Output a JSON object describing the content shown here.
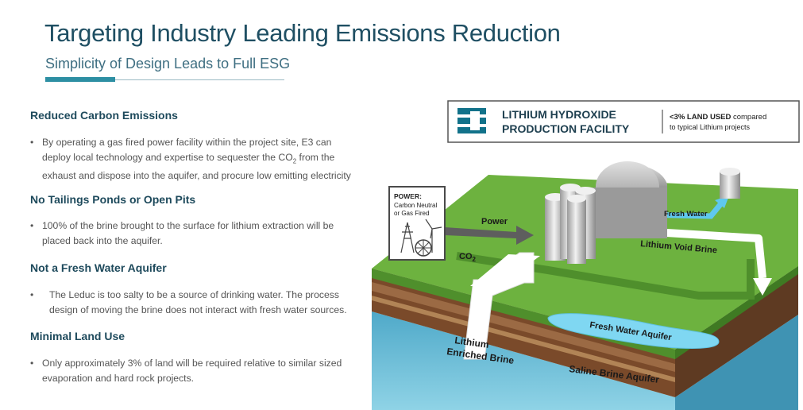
{
  "title": "Targeting Industry Leading Emissions Reduction",
  "subtitle": "Simplicity of Design Leads to Full ESG",
  "sections": [
    {
      "heading": "Reduced Carbon Emissions",
      "bullet_lines": [
        "By operating a gas fired power facility within the project site, E3 can",
        "deploy local technology and expertise to sequester the CO",
        "exhaust and dispose into the aquifer, and procure low emitting electricity"
      ],
      "subscript": "2",
      "line2_tail": " from the"
    },
    {
      "heading": "No Tailings Ponds or Open Pits",
      "bullet_lines": [
        "100% of the brine brought to the surface for lithium extraction will be",
        "placed back into the aquifer."
      ]
    },
    {
      "heading": "Not a Fresh Water Aquifer",
      "bullet_lines": [
        "The Leduc is too salty to be a source of drinking water. The process",
        "design of moving the brine does not interact with fresh water sources."
      ]
    },
    {
      "heading": "Minimal Land Use",
      "bullet_lines": [
        "Only approximately 3% of land will be required relative to similar sized",
        "evaporation and hard rock projects."
      ]
    }
  ],
  "bullet_symbol": "•",
  "diagram": {
    "facility_title_line1": "LITHIUM HYDROXIDE",
    "facility_title_line2": "PRODUCTION FACILITY",
    "land_bold": "<3% LAND USED",
    "land_rest": " compared",
    "land_line2": "to typical Lithium projects",
    "power_box_title": "POWER:",
    "power_box_line1": "Carbon Neutral",
    "power_box_line2": "or Gas Fired",
    "label_power": "Power",
    "label_co2": "CO",
    "label_co2_sub": "2",
    "label_fresh_water": "Fresh Water",
    "label_void_brine": "Lithium Void Brine",
    "label_fresh_aquifer": "Fresh Water Aquifer",
    "label_enriched_line1": "Lithium",
    "label_enriched_line2": "Enriched Brine",
    "label_saline": "Saline Brine Aquifer",
    "colors": {
      "grass": "#6db23f",
      "soil": "#7b4a2a",
      "saline": "#5bb6d4",
      "accent": "#2d8fa3",
      "logo": "#12728a",
      "fresh": "#7fd7f2"
    }
  }
}
